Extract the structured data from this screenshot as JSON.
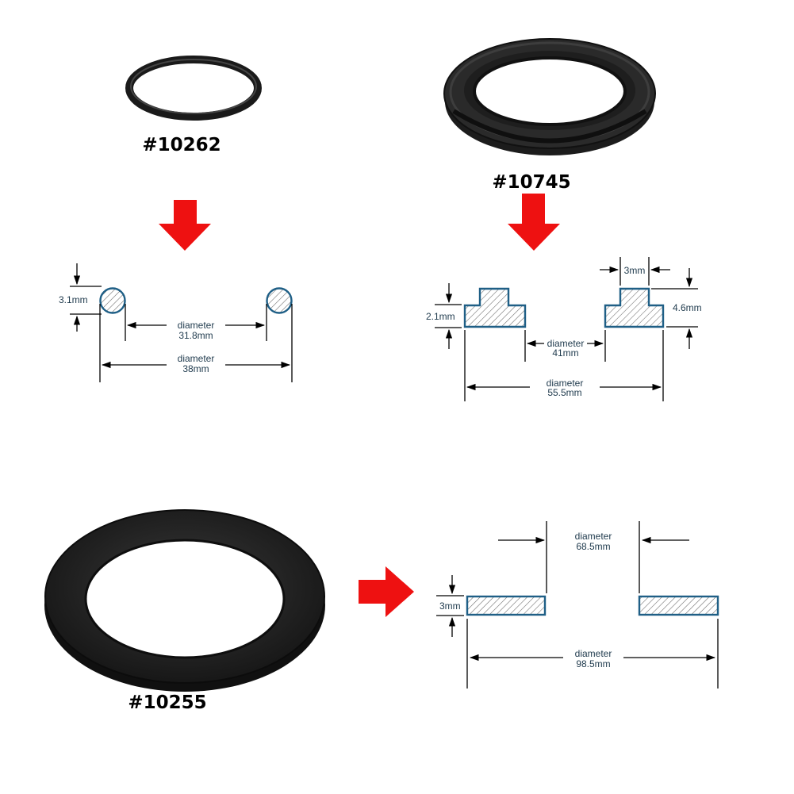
{
  "parts": [
    {
      "id": "10262",
      "label": "#10262",
      "dimensions": {
        "thickness": "3.1mm",
        "inner_label": "diameter",
        "inner_value": "31.8mm",
        "outer_label": "diameter",
        "outer_value": "38mm"
      }
    },
    {
      "id": "10745",
      "label": "#10745",
      "dimensions": {
        "base_thickness": "2.1mm",
        "step_width": "3mm",
        "total_height": "4.6mm",
        "inner_label": "diameter",
        "inner_value": "41mm",
        "outer_label": "diameter",
        "outer_value": "55.5mm"
      }
    },
    {
      "id": "10255",
      "label": "#10255",
      "dimensions": {
        "thickness": "3mm",
        "inner_label": "diameter",
        "inner_value": "68.5mm",
        "outer_label": "diameter",
        "outer_value": "98.5mm"
      }
    }
  ],
  "colors": {
    "arrow": "#ee1111",
    "section_outline": "#1f5f86",
    "hatch": "#6b6b6b",
    "rubber": "#1c1c1c",
    "dim_text": "#1f3a4d"
  }
}
